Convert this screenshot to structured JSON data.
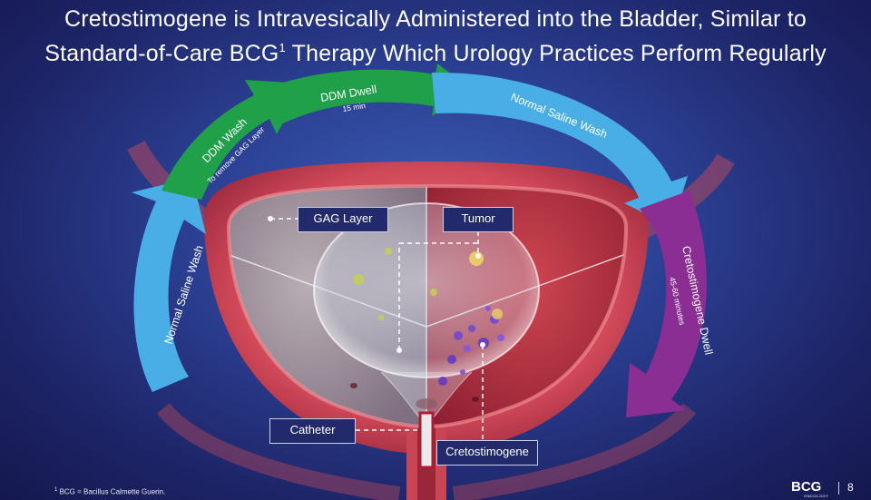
{
  "title": {
    "line1": "Cretostimogene is Intravesically Administered into the Bladder, Similar to",
    "line2_pre": "Standard-of-Care BCG",
    "line2_sup": "1",
    "line2_post": " Therapy Which Urology Practices Perform Regularly"
  },
  "cycle": {
    "step1": {
      "label": "Normal Saline Wash",
      "color": "#4aaee6"
    },
    "step2": {
      "label": "DDM Wash",
      "sub": "To remove GAG Layer",
      "color": "#1fa049"
    },
    "step3": {
      "label": "DDM Dwell",
      "sub": "15 min",
      "color": "#1fa049"
    },
    "step4": {
      "label": "Normal Saline Wash",
      "color": "#4aaee6"
    },
    "step5": {
      "label": "Cretostimogene Dwell",
      "sub": "45-60 minutes",
      "color": "#8a2e93"
    }
  },
  "callouts": {
    "gag_layer": "GAG Layer",
    "tumor": "Tumor",
    "catheter": "Catheter",
    "cretostimogene": "Cretostimogene"
  },
  "footnote": {
    "sup": "1",
    "text": " BCG = Bacillus Calmette Guerin."
  },
  "logo": {
    "text": "BCG",
    "sub": "ONCOLOGY"
  },
  "page_number": "8"
}
